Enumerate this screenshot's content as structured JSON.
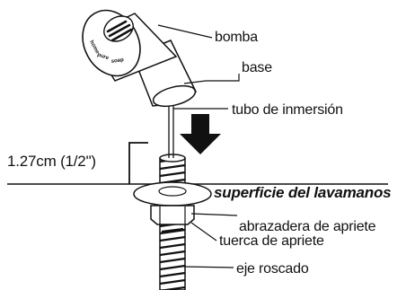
{
  "diagram": {
    "labels": {
      "pump": "bomba",
      "base": "base",
      "dip_tube": "tubo de inmersión",
      "measurement": "1.27cm  (1/2\")",
      "sink_surface": "superficie del lavamanos",
      "clamp": "abrazadera de apriete",
      "nut": "tuerca de apriete",
      "threaded_shank": "eje roscado"
    },
    "pump_logo_text": "home pure soap"
  },
  "colors": {
    "ink": "#111111",
    "background": "#ffffff"
  }
}
